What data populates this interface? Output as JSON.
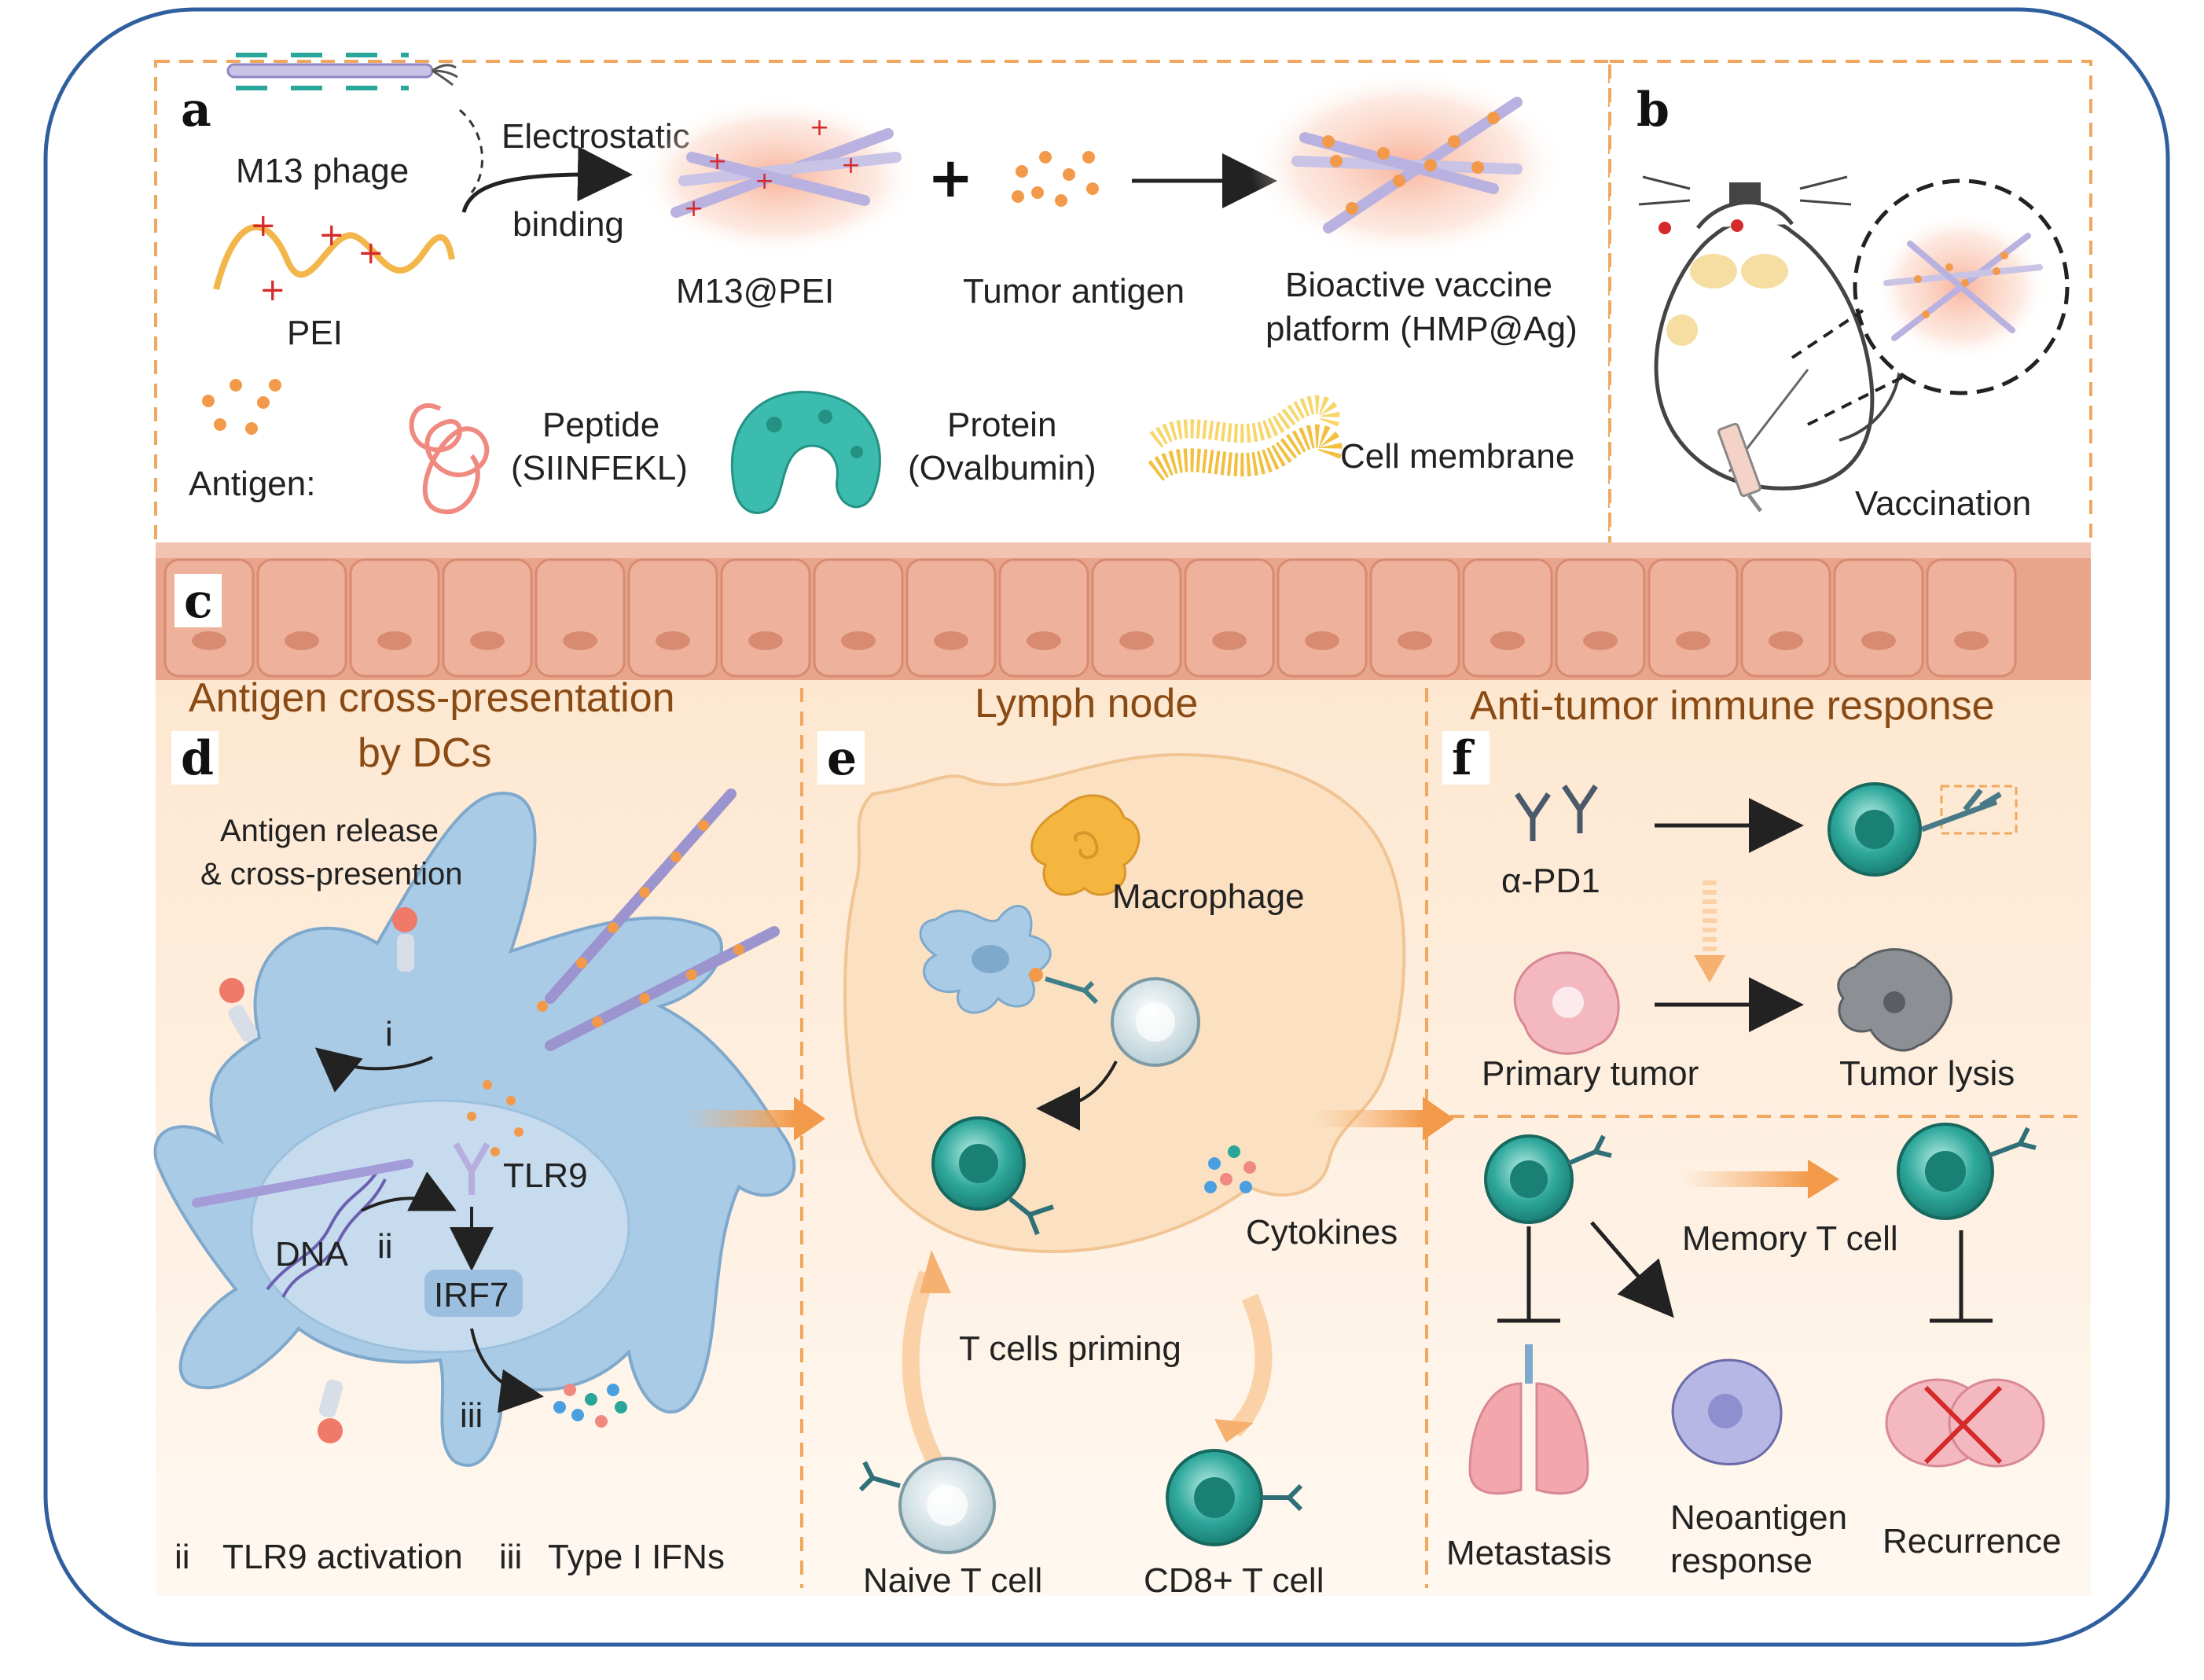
{
  "panels": {
    "a": {
      "letter": "a",
      "m13_phage": "M13 phage",
      "pei": "PEI",
      "electrostatic": "Electrostatic",
      "binding": "binding",
      "m13_pei": "M13@PEI",
      "plus": "+",
      "tumor_antigen": "Tumor antigen",
      "vaccine_line1": "Bioactive vaccine",
      "vaccine_line2": "platform (HMP@Ag)",
      "antigen_label": "Antigen:",
      "peptide_line1": "Peptide",
      "peptide_line2": "(SIINFEKL)",
      "protein_line1": "Protein",
      "protein_line2": "(Ovalbumin)",
      "cell_membrane": "Cell membrane"
    },
    "b": {
      "letter": "b",
      "vaccination": "Vaccination"
    },
    "c": {
      "letter": "c"
    },
    "d": {
      "letter": "d",
      "heading_line1": "Antigen cross-presentation",
      "heading_line2": "by DCs",
      "release_line1": "Antigen release",
      "release_line2": "& cross-presention",
      "step_i": "i",
      "step_ii": "ii",
      "step_iii": "iii",
      "tlr9": "TLR9",
      "dna": "DNA",
      "irf7": "IRF7",
      "legend_ii_num": "ii",
      "legend_ii": "TLR9 activation",
      "legend_iii_num": "iii",
      "legend_iii": "Type I IFNs"
    },
    "e": {
      "letter": "e",
      "heading": "Lymph node",
      "macrophage": "Macrophage",
      "cytokines": "Cytokines",
      "priming": "T cells priming",
      "naive": "Naive T cell",
      "cd8": "CD8+ T cell"
    },
    "f": {
      "letter": "f",
      "heading": "Anti-tumor immune response",
      "apd1": "α-PD1",
      "primary_tumor": "Primary tumor",
      "tumor_lysis": "Tumor lysis",
      "memory_t": "Memory T cell",
      "metastasis": "Metastasis",
      "neo_line1": "Neoantigen",
      "neo_line2": "response",
      "recurrence": "Recurrence"
    }
  },
  "colors": {
    "frame": "#2f5f9e",
    "dash": "#f0a860",
    "epithelium": "#e9a48c",
    "background_panel": "#fdf0e2",
    "dc_cell": "#a9cbe6",
    "lymph_node": "#fbe1c2",
    "t_cell": "#2aa59a",
    "tumor": "#f3b8c0",
    "red_mark": "#d62a2a"
  }
}
